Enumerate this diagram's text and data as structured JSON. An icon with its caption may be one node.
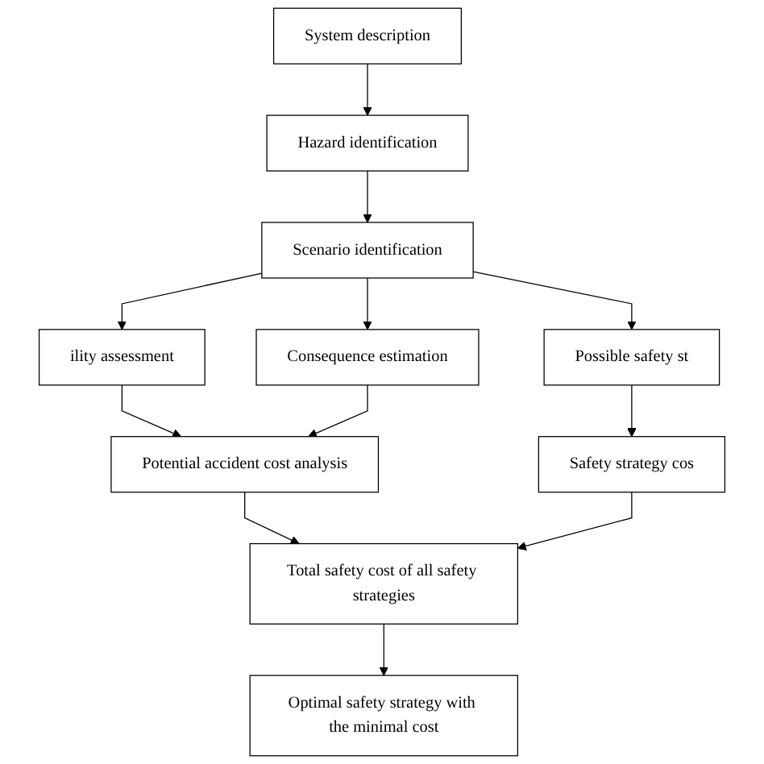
{
  "diagram": {
    "nodes": [
      {
        "text": [
          "System description"
        ]
      },
      {
        "text": [
          "Hazard identification"
        ]
      },
      {
        "text": [
          "Scenario identification"
        ]
      },
      {
        "text": [
          "Possible safety st"
        ]
      },
      {
        "text": [
          "ility assessment"
        ]
      },
      {
        "text": [
          "Consequence estimation"
        ]
      },
      {
        "text": [
          "Potential accident cost analysis"
        ]
      },
      {
        "text": [
          "Safety strategy cos"
        ]
      },
      {
        "text": [
          "Total safety cost of all safety strategies"
        ]
      },
      {
        "text": [
          "Optimal safety strategy with the minimal cost"
        ]
      }
    ],
    "edges": [
      {
        "from": 0,
        "to": 1,
        "arrow": "to"
      },
      {
        "from": 1,
        "to": 2,
        "arrow": "to"
      },
      {
        "from": 2,
        "to": 3,
        "arrow": "to"
      },
      {
        "from": 2,
        "to": 4,
        "arrow": "to"
      },
      {
        "from": 2,
        "to": 5,
        "arrow": "to"
      },
      {
        "from": 4,
        "to": 6,
        "arrow": "to"
      },
      {
        "from": 5,
        "to": 6,
        "arrow": "to"
      },
      {
        "from": 3,
        "to": 7,
        "arrow": "to"
      },
      {
        "from": 6,
        "to": 8,
        "arrow": "to"
      },
      {
        "from": 7,
        "to": 8,
        "arrow": "to"
      },
      {
        "from": 8,
        "to": 9,
        "arrow": "to"
      }
    ]
  }
}
